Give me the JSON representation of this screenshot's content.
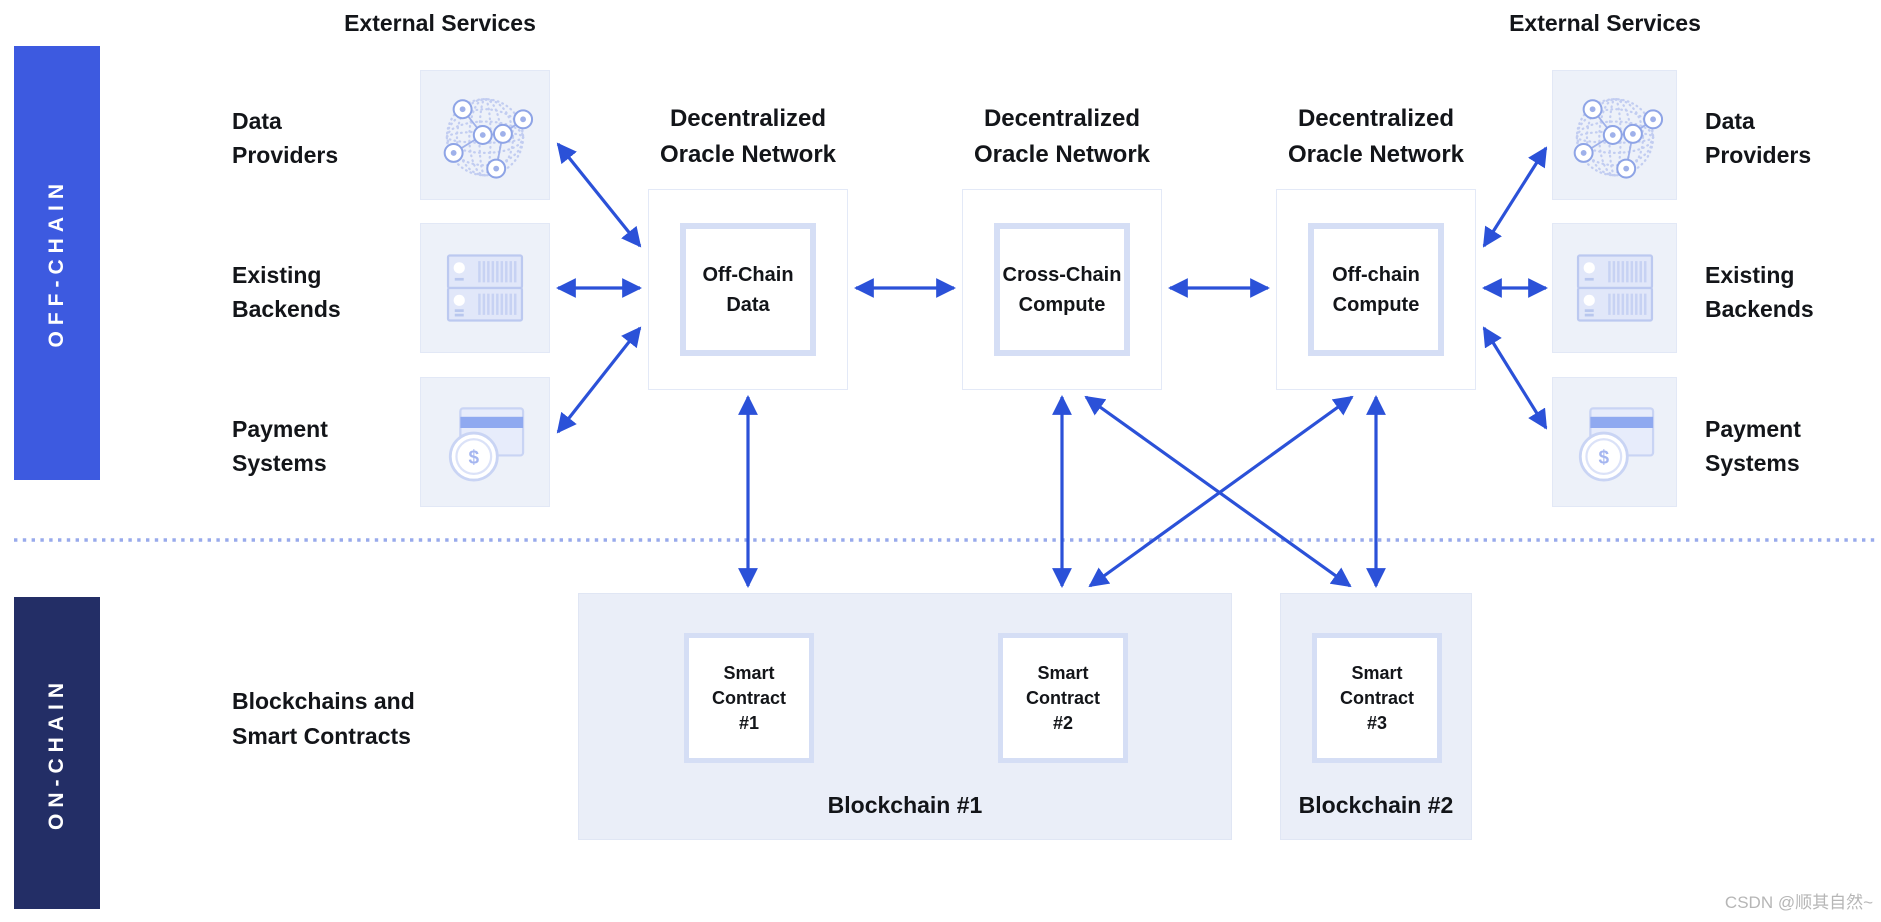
{
  "sidebar": {
    "off_chain_label": "OFF-CHAIN",
    "on_chain_label": "ON-CHAIN"
  },
  "external_services": {
    "left": "External Services",
    "right": "External Services"
  },
  "left_services": [
    {
      "line1": "Data",
      "line2": "Providers",
      "icon": "globe-network-icon"
    },
    {
      "line1": "Existing",
      "line2": "Backends",
      "icon": "server-stack-icon"
    },
    {
      "line1": "Payment",
      "line2": "Systems",
      "icon": "payment-card-icon"
    }
  ],
  "right_services": [
    {
      "line1": "Data",
      "line2": "Providers",
      "icon": "globe-network-icon"
    },
    {
      "line1": "Existing",
      "line2": "Backends",
      "icon": "server-stack-icon"
    },
    {
      "line1": "Payment",
      "line2": "Systems",
      "icon": "payment-card-icon"
    }
  ],
  "oracle_networks": [
    {
      "title_line1": "Decentralized",
      "title_line2": "Oracle Network",
      "box_line1": "Off-Chain",
      "box_line2": "Data"
    },
    {
      "title_line1": "Decentralized",
      "title_line2": "Oracle Network",
      "box_line1": "Cross-Chain",
      "box_line2": "Compute"
    },
    {
      "title_line1": "Decentralized",
      "title_line2": "Oracle Network",
      "box_line1": "Off-chain",
      "box_line2": "Compute"
    }
  ],
  "on_chain_section": {
    "label_line1": "Blockchains and",
    "label_line2": "Smart Contracts",
    "blockchains": [
      {
        "name": "Blockchain #1",
        "contracts": [
          {
            "line1": "Smart",
            "line2": "Contract",
            "line3": "#1"
          },
          {
            "line1": "Smart",
            "line2": "Contract",
            "line3": "#2"
          }
        ]
      },
      {
        "name": "Blockchain #2",
        "contracts": [
          {
            "line1": "Smart",
            "line2": "Contract",
            "line3": "#3"
          }
        ]
      }
    ]
  },
  "watermark": "CSDN @顺其自然~",
  "colors": {
    "arrow_blue": "#2b51d8",
    "off_chain_bar": "#3d5ae0",
    "on_chain_bar": "#232e66",
    "divider_dotted": "#98aaec",
    "icon_box_fill": "#edf1f9",
    "inner_border": "#d5def5",
    "blockchain_fill": "#eaeef8"
  }
}
